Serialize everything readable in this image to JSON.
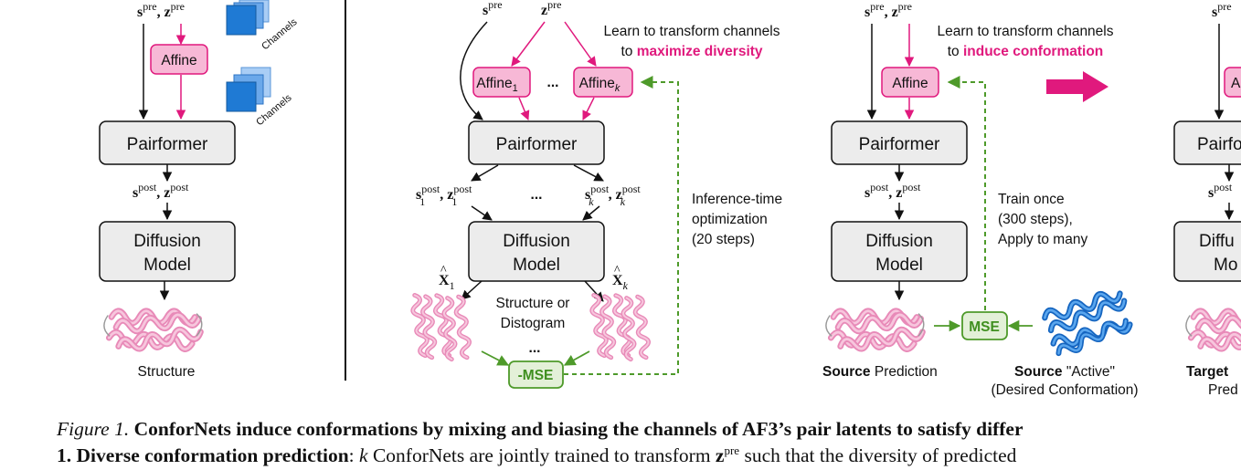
{
  "math": {
    "s": "s",
    "z": "z",
    "X": "X",
    "pre": "pre",
    "post": "post",
    "k": "k",
    "one": "1",
    "comma": ", "
  },
  "panel_a": {
    "affine": "Affine",
    "channels_1": "Channels",
    "channels_2": "Channels",
    "pairformer": "Pairformer",
    "diffusion_1": "Diffusion",
    "diffusion_2": "Model",
    "structure": "Structure"
  },
  "panel_b": {
    "learn_line1": "Learn to transform channels",
    "learn_to": "to ",
    "learn_accent": "maximize diversity",
    "affine": "Affine",
    "dots": "...",
    "pairformer": "Pairformer",
    "diffusion_1": "Diffusion",
    "diffusion_2": "Model",
    "inference_1": "Inference-time",
    "inference_2": "optimization",
    "inference_3": "(20 steps)",
    "so_1": "Structure or",
    "so_2": "Distogram",
    "neg_mse": "-MSE"
  },
  "panel_c": {
    "learn_line1": "Learn to transform channels",
    "learn_to": "to ",
    "learn_accent": "induce conformation",
    "affine": "Affine",
    "pairformer": "Pairformer",
    "diffusion_1": "Diffusion",
    "diffusion_2": "Model",
    "train_1": "Train once",
    "train_2": "(300 steps),",
    "train_3": "Apply to many",
    "mse": "MSE",
    "source_bold": "Source",
    "source_pred": " Prediction",
    "source_active_bold": "Source",
    "source_active_rest": " \"Active\"",
    "desired": "(Desired Conformation)"
  },
  "panel_d": {
    "affine_partial": "A",
    "pairformer_partial": "Pairfo",
    "diffusion_partial_1": "Diffu",
    "diffusion_partial_2": "Mo",
    "target_bold": "Target",
    "pred_partial": "Pred"
  },
  "caption": {
    "fig_label": "Figure 1.",
    "line1_bold": "ConforNets induce conformations by mixing and biasing the channels of AF3’s pair latents to satisfy differ",
    "line2_bold": "1. Diverse conformation prediction",
    "line2_colon": ": ",
    "line2_k": "k",
    "line2_mid": " ConforNets are jointly trained to transform ",
    "line2_z": "z",
    "line2_sup": "pre",
    "line2_end": " such that the diversity of predicted"
  },
  "colors": {
    "pink_fill": "#f7b8d6",
    "pink_stroke": "#e0197d",
    "gray_fill": "#ececec",
    "green": "#4e9a2a",
    "green_fill": "#e3f0d8",
    "blue": "#1f7ad4",
    "helix_pink": "#f0a7c9"
  }
}
